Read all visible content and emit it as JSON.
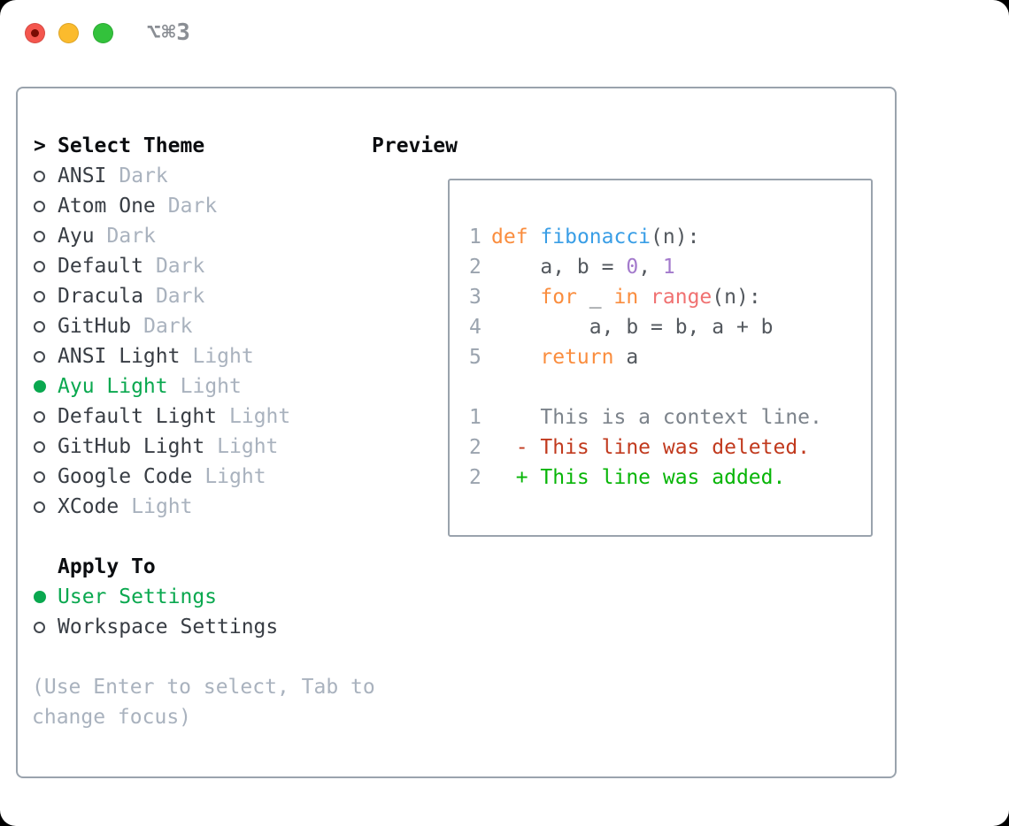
{
  "titlebar": {
    "title": "⌥⌘3"
  },
  "select_theme": {
    "prompt": ">",
    "header": "Select Theme",
    "items": [
      {
        "name": "ANSI",
        "variant": "Dark",
        "selected": false
      },
      {
        "name": "Atom One",
        "variant": "Dark",
        "selected": false
      },
      {
        "name": "Ayu",
        "variant": "Dark",
        "selected": false
      },
      {
        "name": "Default",
        "variant": "Dark",
        "selected": false
      },
      {
        "name": "Dracula",
        "variant": "Dark",
        "selected": false
      },
      {
        "name": "GitHub",
        "variant": "Dark",
        "selected": false
      },
      {
        "name": "ANSI Light",
        "variant": "Light",
        "selected": false
      },
      {
        "name": "Ayu Light",
        "variant": "Light",
        "selected": true
      },
      {
        "name": "Default Light",
        "variant": "Light",
        "selected": false
      },
      {
        "name": "GitHub Light",
        "variant": "Light",
        "selected": false
      },
      {
        "name": "Google Code",
        "variant": "Light",
        "selected": false
      },
      {
        "name": "XCode",
        "variant": "Light",
        "selected": false
      }
    ]
  },
  "apply_to": {
    "header": "Apply To",
    "options": [
      {
        "label": "User Settings",
        "selected": true
      },
      {
        "label": "Workspace Settings",
        "selected": false
      }
    ]
  },
  "hint_lines": [
    "(Use Enter to select, Tab to",
    "change focus)"
  ],
  "preview": {
    "header": "Preview",
    "lines": [
      {
        "num": "1",
        "tokens": [
          [
            "kw",
            "def"
          ],
          [
            "plain",
            " "
          ],
          [
            "fn",
            "fibonacci"
          ],
          [
            "plain",
            "(n):"
          ]
        ]
      },
      {
        "num": "2",
        "tokens": [
          [
            "plain",
            "    a, b = "
          ],
          [
            "num",
            "0"
          ],
          [
            "plain",
            ", "
          ],
          [
            "num",
            "1"
          ]
        ]
      },
      {
        "num": "3",
        "tokens": [
          [
            "plain",
            "    "
          ],
          [
            "kw",
            "for"
          ],
          [
            "plain",
            " _ "
          ],
          [
            "kw",
            "in"
          ],
          [
            "plain",
            " "
          ],
          [
            "builtin",
            "range"
          ],
          [
            "plain",
            "(n):"
          ]
        ]
      },
      {
        "num": "4",
        "tokens": [
          [
            "plain",
            "        a, b = b, a + b"
          ]
        ]
      },
      {
        "num": "5",
        "tokens": [
          [
            "plain",
            "    "
          ],
          [
            "kw",
            "return"
          ],
          [
            "plain",
            " a"
          ]
        ]
      },
      {
        "num": "",
        "tokens": []
      },
      {
        "num": "1",
        "tokens": [
          [
            "context",
            "    This is a context line."
          ]
        ]
      },
      {
        "num": "2",
        "tokens": [
          [
            "deleted",
            "  - This line was deleted."
          ]
        ]
      },
      {
        "num": "2",
        "tokens": [
          [
            "added",
            "  + This line was added."
          ]
        ]
      }
    ]
  },
  "colors": {
    "accent_green": "#0AA84F",
    "muted_gray": "#A9B2BE",
    "panel_border": "#9AA3AD",
    "keyword_orange": "#FA8D3E",
    "function_blue": "#399EE6",
    "number_purple": "#A37ACC",
    "builtin_salmon": "#F07171",
    "diff_deleted_red": "#C13A1E",
    "diff_added_green": "#07B507",
    "traffic_red": "#F4564E",
    "traffic_yellow": "#FBBB2D",
    "traffic_green": "#33C23C"
  }
}
